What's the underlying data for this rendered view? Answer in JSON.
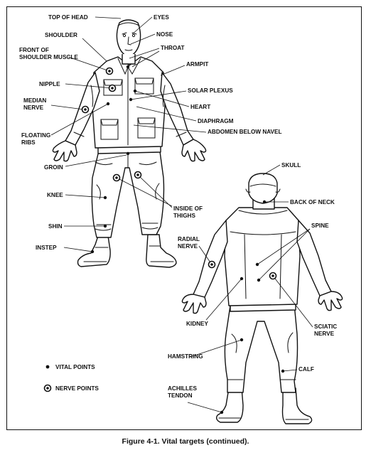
{
  "caption": "Figure 4-1.  Vital targets (continued).",
  "front_labels": {
    "top_of_head": "TOP OF HEAD",
    "eyes": "EYES",
    "shoulder": "SHOULDER",
    "nose": "NOSE",
    "front_shoulder_1": "FRONT OF",
    "front_shoulder_2": "SHOULDER MUSCLE",
    "throat": "THROAT",
    "armpit": "ARMPIT",
    "nipple": "NIPPLE",
    "solar_plexus": "SOLAR PLEXUS",
    "median_1": "MEDIAN",
    "median_2": "NERVE",
    "heart": "HEART",
    "diaphragm": "DIAPHRAGM",
    "abdomen": "ABDOMEN BELOW NAVEL",
    "floating_1": "FLOATING",
    "floating_2": "RIBS",
    "groin": "GROIN",
    "knee": "KNEE",
    "thighs_1": "INSIDE OF",
    "thighs_2": "THIGHS",
    "shin": "SHIN",
    "instep": "INSTEP"
  },
  "back_labels": {
    "skull": "SKULL",
    "back_of_neck": "BACK OF NECK",
    "radial_1": "RADIAL",
    "radial_2": "NERVE",
    "spine": "SPINE",
    "kidney": "KIDNEY",
    "sciatic_1": "SCIATIC",
    "sciatic_2": "NERVE",
    "hamstring": "HAMSTRING",
    "calf": "CALF",
    "achilles_1": "ACHILLES",
    "achilles_2": "TENDON"
  },
  "legend": {
    "vital": "VITAL POINTS",
    "nerve": "NERVE POINTS"
  }
}
